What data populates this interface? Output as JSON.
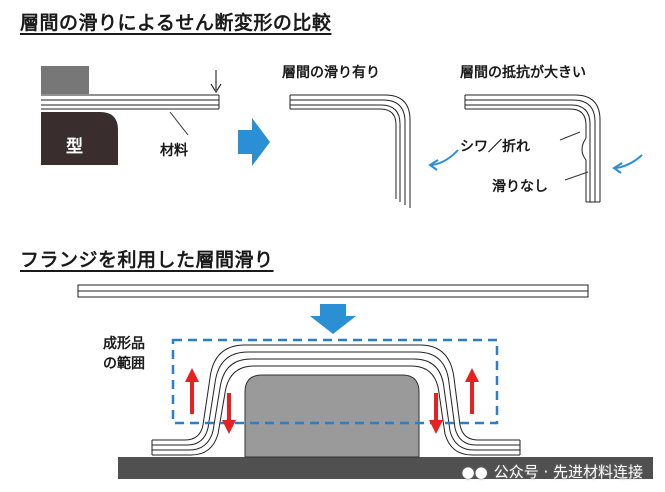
{
  "top": {
    "heading": "層間の滑りによるせん断変形の比較",
    "mold_label": "型",
    "material_label": "材料",
    "slip_case": "層間の滑り有り",
    "resist_case": "層間の抵抗が大きい",
    "wrinkle_label": "シワ／折れ",
    "no_slip_label": "滑りなし"
  },
  "bottom": {
    "heading": "フランジを利用した層間滑り",
    "range_label_1": "成形品",
    "range_label_2": "の範囲"
  },
  "watermark": "公众号 · 先进材料连接",
  "colors": {
    "arrow_blue": "#2b8fd6",
    "arrow_red": "#e82020",
    "dash_blue": "#2a7fc9",
    "mold_dark": "#3a2d2d",
    "mold_gray": "#9a9a9a"
  }
}
